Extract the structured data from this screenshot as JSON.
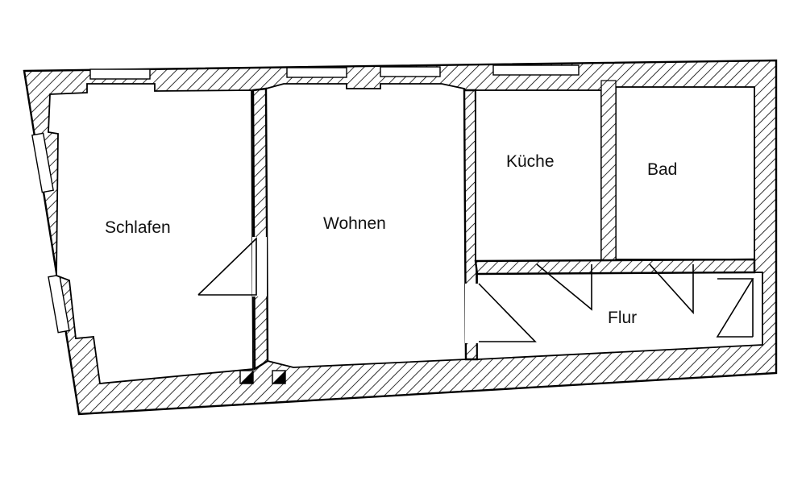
{
  "floor_plan": {
    "rooms": [
      {
        "id": "schlafen",
        "label": "Schlafen"
      },
      {
        "id": "wohnen",
        "label": "Wohnen"
      },
      {
        "id": "kueche",
        "label": "Küche"
      },
      {
        "id": "bad",
        "label": "Bad"
      },
      {
        "id": "flur",
        "label": "Flur"
      }
    ],
    "colors": {
      "line": "#000000",
      "background": "#ffffff"
    }
  }
}
